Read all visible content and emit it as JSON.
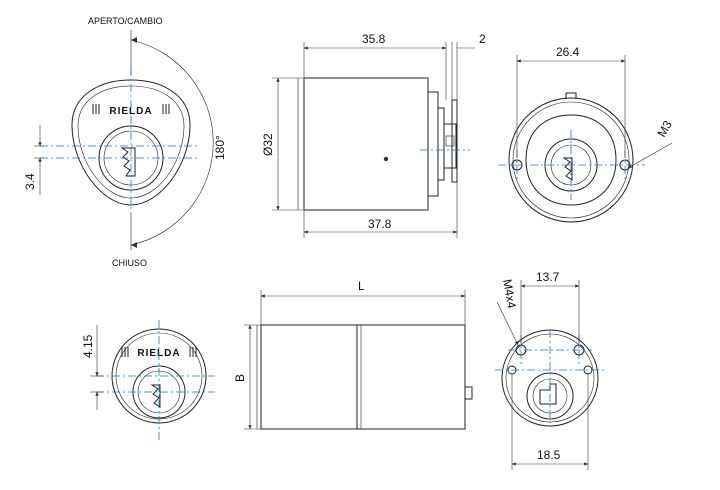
{
  "labels": {
    "open_change": "APERTO/CAMBIO",
    "closed": "CHIUSO",
    "brand": "RIELDA"
  },
  "dimensions": {
    "rotation": "180°",
    "offset_top": "3.4",
    "length_top": "35.8",
    "flange": "2",
    "diameter": "Ø32",
    "overall_top": "37.8",
    "hole_spacing_top": "26.4",
    "thread_top": "M3",
    "length_bottom": "L",
    "offset_bottom": "4.15",
    "height_bottom": "B",
    "hole_spacing_bottom": "13.7",
    "thread_bottom": "M4x4",
    "width_bottom": "18.5"
  },
  "colors": {
    "outline": "#222222",
    "centerline": "#1f6fd6"
  }
}
